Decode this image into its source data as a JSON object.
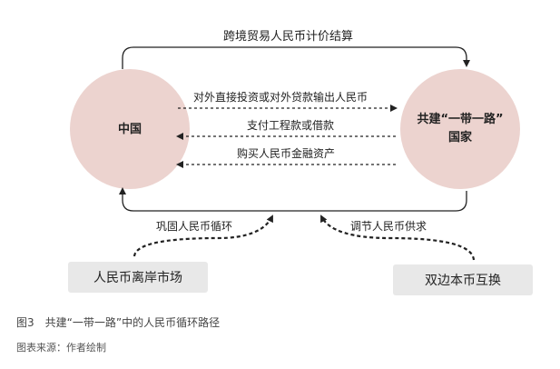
{
  "nodes": {
    "left_circle": "中国",
    "right_circle_line1": "共建“一带一路”",
    "right_circle_line2": "国家",
    "left_box": "人民币离岸市场",
    "right_box": "双边本币互换"
  },
  "edges": {
    "top_loop": "跨境贸易人民币计价结算",
    "flow1": "对外直接投资或对外贷款输出人民币",
    "flow2": "支付工程款或借款",
    "flow3": "购买人民币金融资产",
    "left_feed": "巩固人民币循环",
    "right_feed": "调节人民币供求"
  },
  "caption": "图3　共建“一带一路”中的人民币循环路径",
  "source": "图表来源：作者绘制",
  "colors": {
    "circle_fill": "#ecd3cf",
    "box_fill": "#e8e8e8",
    "line": "#222222"
  }
}
